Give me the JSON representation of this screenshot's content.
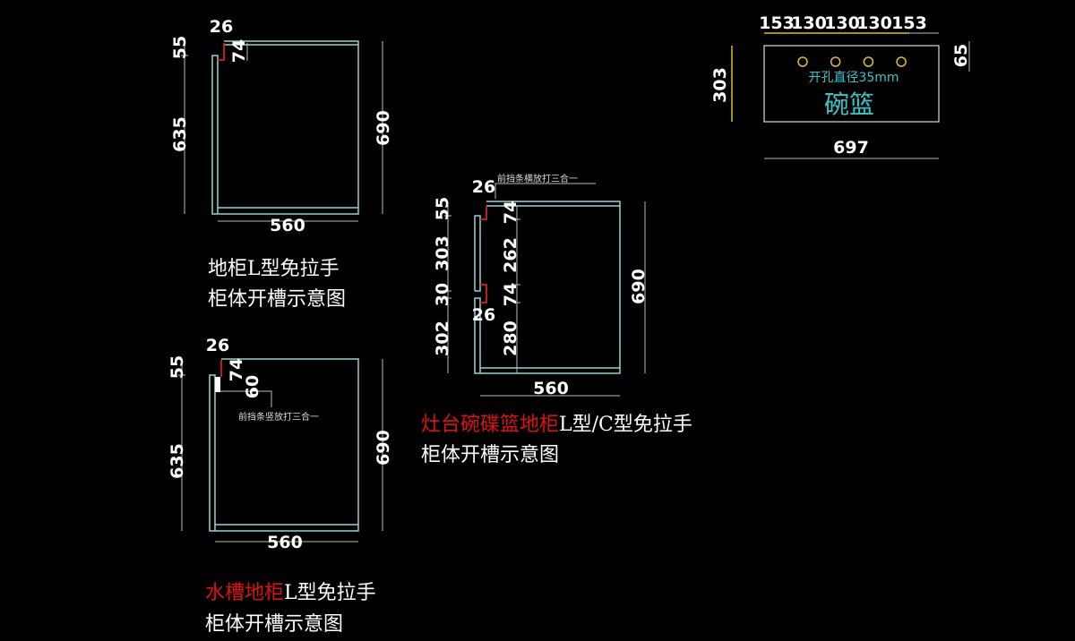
{
  "drawing_1": {
    "dims": {
      "top_gap": "26",
      "top_panel": "74",
      "left_top": "55",
      "left_main": "635",
      "height": "690",
      "width": "560"
    },
    "caption_line1": "地柜L型免拉手",
    "caption_line2": "柜体开槽示意图"
  },
  "drawing_2": {
    "dims": {
      "top_gap": "26",
      "mid_gap": "26",
      "left_top": "55",
      "left_upper": "303",
      "left_slot": "30",
      "left_lower": "302",
      "inner_top": "74",
      "inner_upper": "262",
      "inner_mid": "74",
      "inner_lower": "280",
      "height": "690",
      "width": "560"
    },
    "note": "前挡条横放打三合一",
    "caption_red": "灶台碗碟篮地柜",
    "caption_white": "L型/C型免拉手",
    "caption_line2": "柜体开槽示意图"
  },
  "drawing_3": {
    "dims": {
      "top_gap": "26",
      "top_panel": "74",
      "strip": "60",
      "left_top": "55",
      "left_main": "635",
      "height": "690",
      "width": "560"
    },
    "note": "前挡条竖放打三合一",
    "caption_red": "水槽地柜",
    "caption_white": "L型免拉手",
    "caption_line2": "柜体开槽示意图"
  },
  "bowl_basket": {
    "top_dims": [
      "153",
      "130",
      "130",
      "130",
      "153"
    ],
    "height": "303",
    "hole_offset": "65",
    "width": "697",
    "hole_note": "开孔直径35mm",
    "label": "碗篮",
    "hole_count": 4,
    "colors": {
      "holes": "#e0c020",
      "text": "#30c8c8"
    }
  }
}
